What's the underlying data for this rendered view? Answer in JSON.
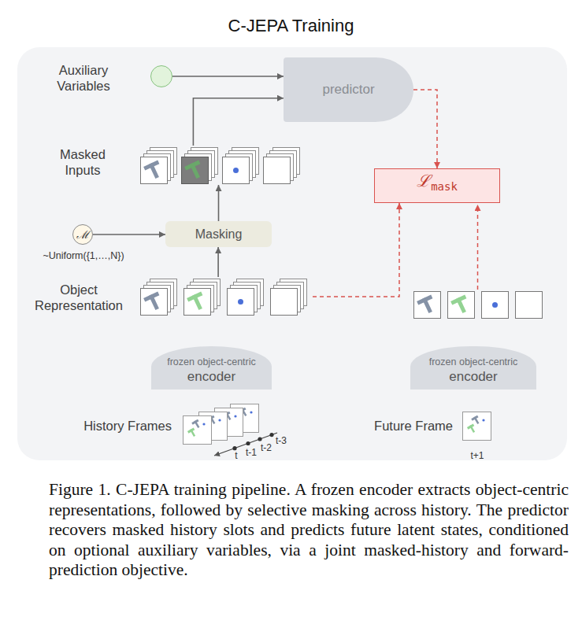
{
  "diagram": {
    "title": "C-JEPA Training",
    "caption": "Figure 1. C-JEPA training pipeline. A frozen encoder extracts object-centric representations, followed by selective masking across history. The predictor recovers masked history slots and predicts future latent states, conditioned on optional auxiliary variables, via a joint masked-history and forward-prediction objective.",
    "nodes": [
      {
        "text": [
          "Auxiliary Variables"
        ]
      },
      {
        "text": [
          "predictor"
        ]
      },
      {
        "text": [
          "Masked Inputs"
        ]
      },
      {
        "text": [
          "ℒ",
          "mask"
        ]
      },
      {
        "text": [
          "ℳ",
          "~Uniform({1,…,N})"
        ]
      },
      {
        "text": [
          "Masking"
        ]
      },
      {
        "text": [
          "Object Representation"
        ]
      },
      {
        "text": [
          "frozen object-centric",
          "encoder"
        ]
      },
      {
        "text": [
          "frozen object-centric",
          "encoder"
        ]
      },
      {
        "text": [
          "History Frames"
        ]
      },
      {
        "text": [
          "Future Frame"
        ]
      }
    ],
    "edges": [
      {
        "from": 0,
        "to": 1,
        "arrow": "to"
      },
      {
        "from": 2,
        "to": 1,
        "arrow": "to"
      },
      {
        "from": 5,
        "to": 2,
        "arrow": "to"
      },
      {
        "from": 4,
        "to": 5,
        "arrow": "to"
      },
      {
        "from": 6,
        "to": 5,
        "arrow": "to"
      },
      {
        "from": 1,
        "to": 3,
        "arrow": "to"
      },
      {
        "from": 6,
        "to": 3,
        "arrow": "to"
      }
    ],
    "labels": [
      "t",
      "t-1",
      "t-2",
      "t-3",
      "t+1"
    ]
  }
}
